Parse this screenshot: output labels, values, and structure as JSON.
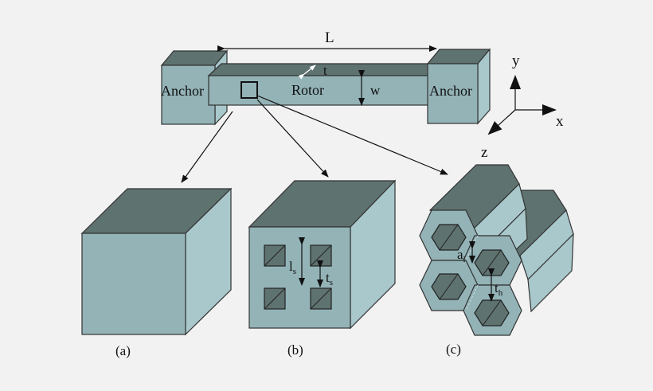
{
  "colors": {
    "background": "#f2f2f2",
    "front_face": "#93b3b7",
    "side_face": "#a9c8cc",
    "top_face": "#5e7270",
    "edge": "#333333"
  },
  "beam": {
    "anchor_left": "Anchor",
    "anchor_right": "Anchor",
    "rotor": "Rotor",
    "length": "L",
    "thickness": "t",
    "width": "w"
  },
  "axes": {
    "x": "x",
    "y": "y",
    "z": "z"
  },
  "panels": {
    "solid": "(a)",
    "square_holes": "(b)",
    "hexagonal": "(c)"
  },
  "dims_b": {
    "ls_main": "l",
    "ls_sub": "s",
    "ts_main": "t",
    "ts_sub": "s"
  },
  "dims_c": {
    "ai_main": "a",
    "ai_sub": "i",
    "th_main": "t",
    "th_sub": "h"
  }
}
